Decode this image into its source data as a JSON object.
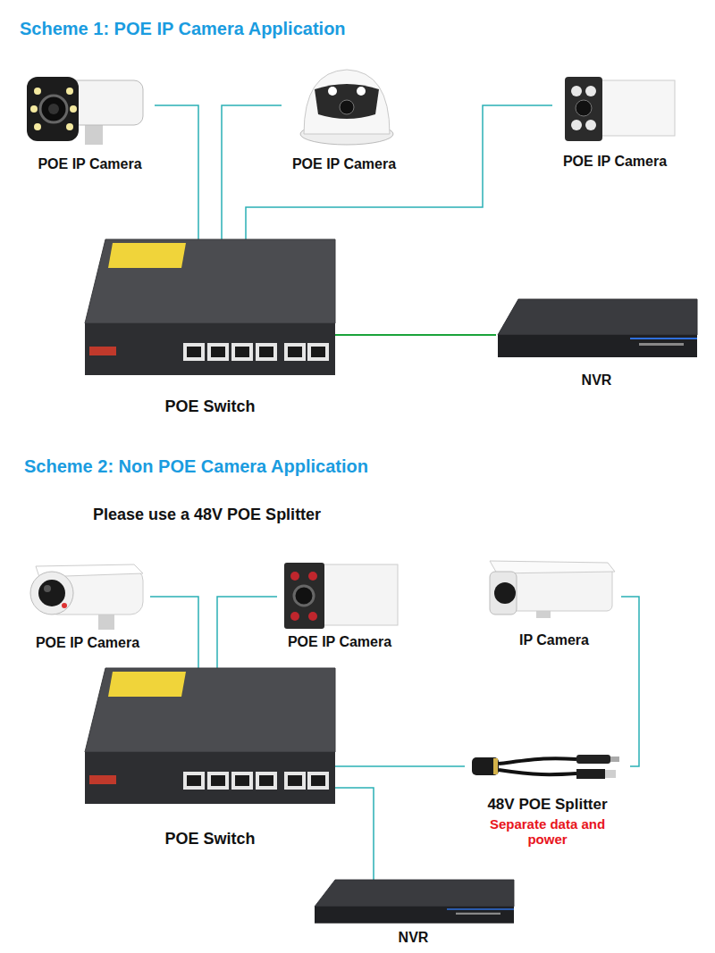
{
  "diagram": {
    "title": "Scheme 1: POE IP Camera Application",
    "nodes": [
      {
        "text": [
          "POE IP Camera"
        ]
      },
      {
        "text": [
          "POE IP Camera"
        ]
      },
      {
        "text": [
          "POE IP Camera"
        ]
      },
      {
        "text": [
          "POE Switch"
        ]
      },
      {
        "text": [
          "NVR"
        ]
      },
      {
        "text": [
          "POE IP Camera"
        ]
      },
      {
        "text": [
          "POE IP Camera"
        ]
      },
      {
        "text": [
          "IP Camera"
        ]
      },
      {
        "text": [
          "POE Switch"
        ]
      },
      {
        "text": [
          "48V POE Splitter",
          "Separate data and power"
        ]
      },
      {
        "text": [
          "NVR"
        ]
      }
    ],
    "edges": [
      {
        "from": 0,
        "to": 3,
        "arrow": "none"
      },
      {
        "from": 1,
        "to": 3,
        "arrow": "none"
      },
      {
        "from": 2,
        "to": 3,
        "arrow": "none"
      },
      {
        "from": 3,
        "to": 4,
        "arrow": "none"
      },
      {
        "from": 5,
        "to": 8,
        "arrow": "none"
      },
      {
        "from": 6,
        "to": 8,
        "arrow": "none"
      },
      {
        "from": 8,
        "to": 9,
        "arrow": "none"
      },
      {
        "from": 9,
        "to": 7,
        "arrow": "none"
      },
      {
        "from": 8,
        "to": 10,
        "arrow": "none"
      }
    ],
    "labels": [
      "Scheme 2: Non POE Camera Application",
      "Please use a 48V POE Splitter"
    ]
  }
}
